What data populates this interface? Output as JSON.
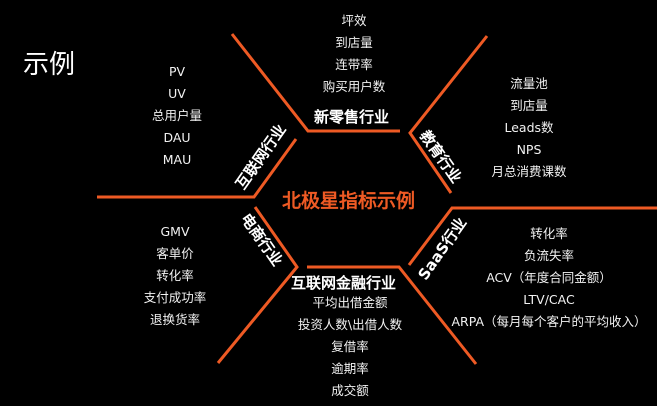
{
  "page_title": "示例",
  "center_title": "北极星指标示例",
  "accent_color": "#ee5a24",
  "industries": {
    "new_retail": {
      "name": "新零售行业",
      "metrics": [
        "坪效",
        "到店量",
        "连带率",
        "购买用户数"
      ]
    },
    "internet": {
      "name": "互联网行业",
      "metrics": [
        "PV",
        "UV",
        "总用户量",
        "DAU",
        "MAU"
      ]
    },
    "education": {
      "name": "教育行业",
      "metrics": [
        "流量池",
        "到店量",
        "Leads数",
        "NPS",
        "月总消费课数"
      ]
    },
    "ecommerce": {
      "name": "电商行业",
      "metrics": [
        "GMV",
        "客单价",
        "转化率",
        "支付成功率",
        "退换货率"
      ]
    },
    "saas": {
      "name": "SaaS行业",
      "metrics": [
        "转化率",
        "负流失率",
        "ACV（年度合同金额）",
        "LTV/CAC",
        "ARPA（每月每个客户的平均收入）"
      ]
    },
    "internet_finance": {
      "name": "互联网金融行业",
      "metrics": [
        "平均出借金额",
        "投资人数\\出借人数",
        "复借率",
        "逾期率",
        "成交额"
      ]
    }
  }
}
